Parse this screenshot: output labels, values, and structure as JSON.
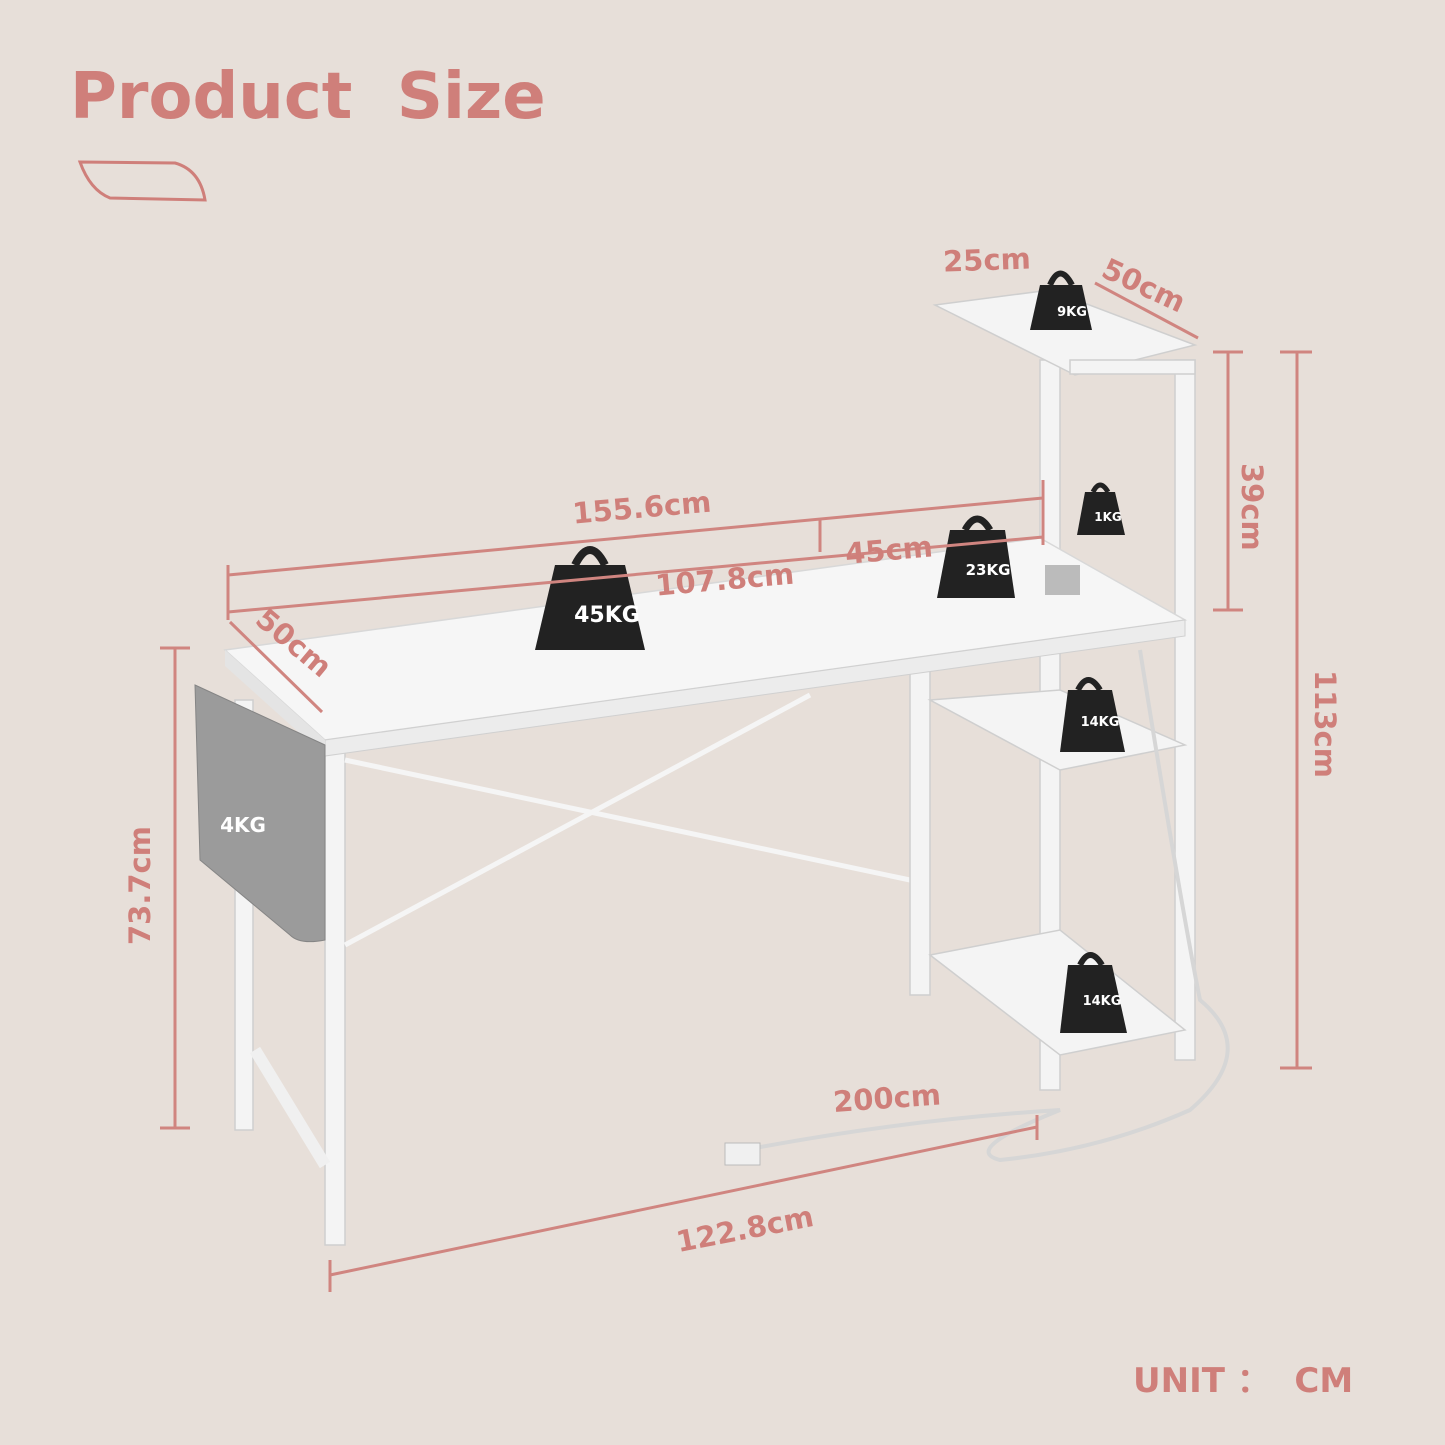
{
  "title": "Product  Size",
  "dimensions": {
    "total_width": "155.6cm",
    "desk_width": "107.8cm",
    "shelf_width": "45cm",
    "depth_left": "50cm",
    "desk_height": "73.7cm",
    "base_width": "122.8cm",
    "cable_length": "200cm",
    "total_height": "113cm",
    "shelf_height": "39cm",
    "top_shelf_width": "25cm",
    "top_shelf_depth": "50cm"
  },
  "loads": {
    "desktop": "45KG",
    "side_top": "23KG",
    "top_shelf": "9KG",
    "hook": "1KG",
    "middle_shelf": "14KG",
    "bottom_shelf": "14KG",
    "bag": "4KG"
  },
  "unit": "UNIT ：  CM",
  "colors": {
    "accent": "#cf7f7a",
    "background": "#e7dfd9"
  }
}
